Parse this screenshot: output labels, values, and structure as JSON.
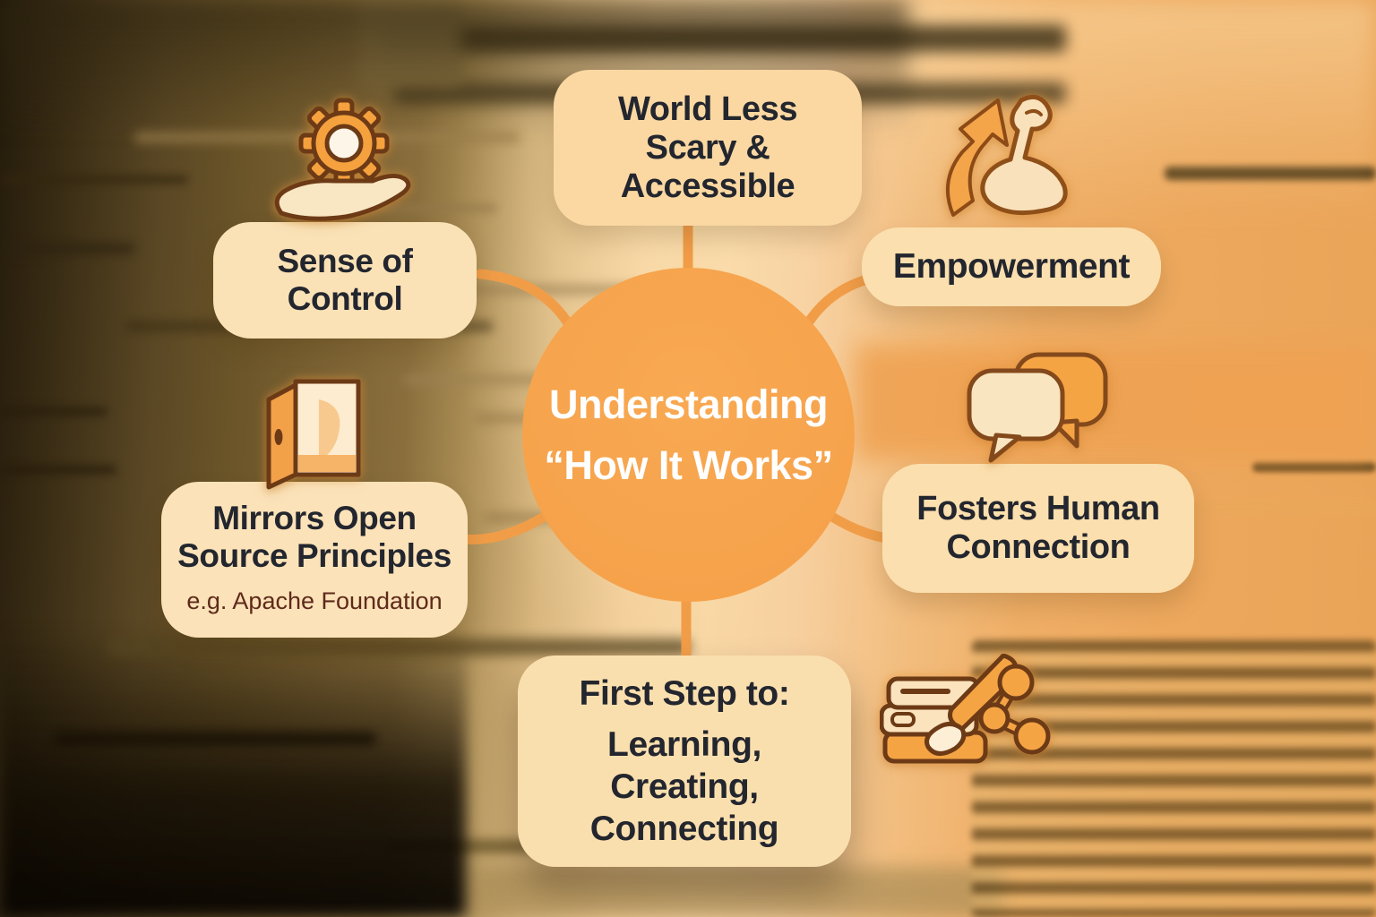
{
  "center_node": {
    "line1": "Understanding",
    "line2": "“How It Works”"
  },
  "nodes": {
    "world_less_scary": {
      "line1": "World Less",
      "line2": "Scary &",
      "line3": "Accessible"
    },
    "sense_of_control": {
      "line1": "Sense of",
      "line2": "Control",
      "icon": "gear-in-hand-icon"
    },
    "empowerment": {
      "line1": "Empowerment",
      "icon": "flexed-arm-growth-arrow-icon"
    },
    "fosters_human_connection": {
      "line1": "Fosters Human",
      "line2": "Connection",
      "icon": "chat-bubbles-icon"
    },
    "mirrors_open_source": {
      "line1": "Mirrors Open",
      "line2": "Source Principles",
      "subtitle": "e.g. Apache Foundation",
      "icon": "open-door-icon"
    },
    "first_step": {
      "heading": "First Step to:",
      "line1": "Learning,",
      "line2": "Creating,",
      "line3": "Connecting",
      "icon": "books-brush-share-icon"
    }
  },
  "colors": {
    "center_circle": "#f6a44e",
    "connector": "#f19d48",
    "pill_background": "#fbdfae",
    "pill_text": "#23262e",
    "subtitle_text": "#5e2a1b",
    "icon_orange": "#f5a444",
    "icon_cream": "#f9e6c1",
    "icon_outline": "#6d3a16",
    "center_text": "#ffffff"
  }
}
